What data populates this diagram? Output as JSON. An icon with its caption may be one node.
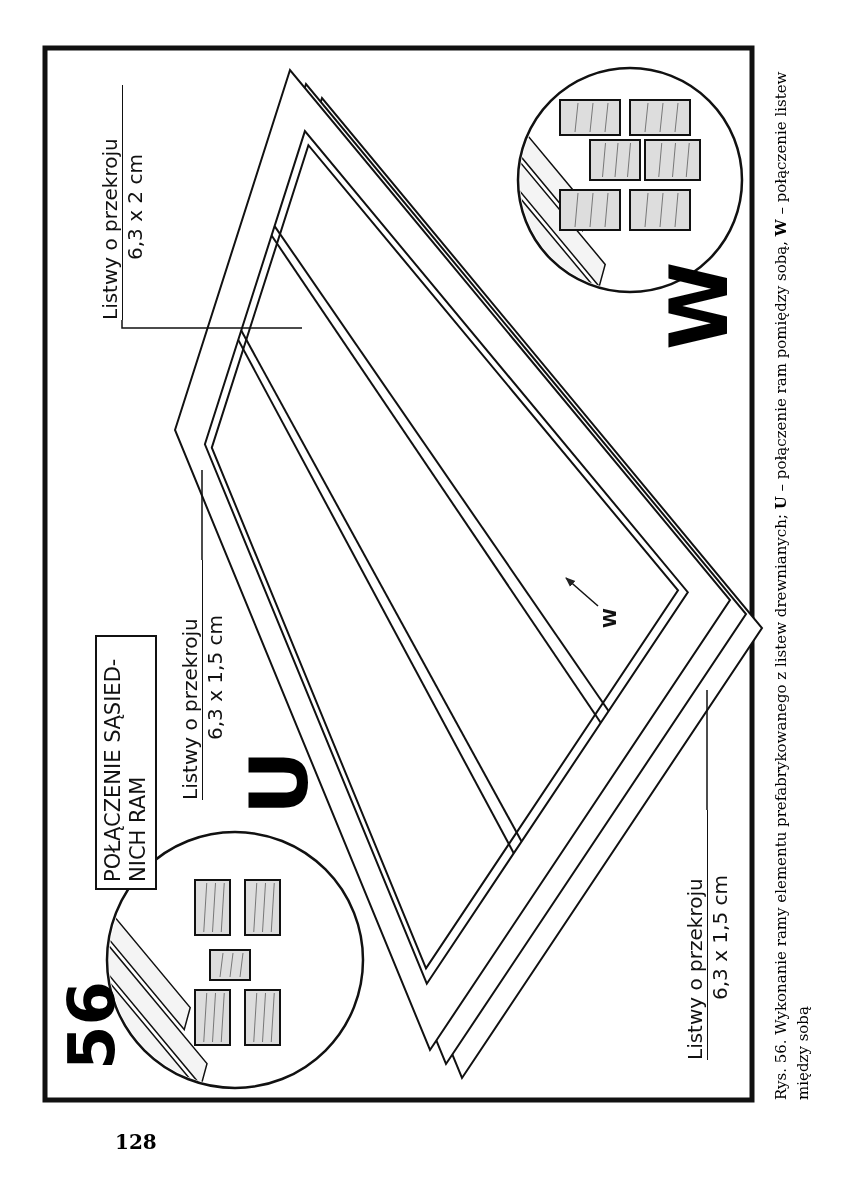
{
  "diagram": {
    "caption": "Rys. 56. Wykonanie ramy elementu prefabrykowanego z listew drewnianych; **U** – połączenie ram pomiędzy sobą, **W** – połączenie listew między sobą",
    "nodes": [
      {
        "text": [
          "POŁĄCZENIE SĄSIED- NICH RAM"
        ]
      },
      {
        "text": [
          "Listwy o przekroju",
          "6,3 x 1,5 cm"
        ]
      },
      {
        "text": [
          "Listwy o przekroju",
          "6,3 x 2 cm"
        ]
      },
      {
        "text": [
          "W"
        ]
      },
      {
        "text": [
          "Listwy o przekroju",
          "6,3 x 1,5 cm"
        ]
      }
    ],
    "edges": [
      {
        "from": 1,
        "to": null,
        "arrow": "none"
      },
      {
        "from": 2,
        "to": null,
        "arrow": "none"
      },
      {
        "from": 3,
        "to": null,
        "arrow": "to"
      },
      {
        "from": 4,
        "to": null,
        "arrow": "none"
      }
    ],
    "labels": [
      "56",
      "U",
      "W",
      "128"
    ]
  }
}
